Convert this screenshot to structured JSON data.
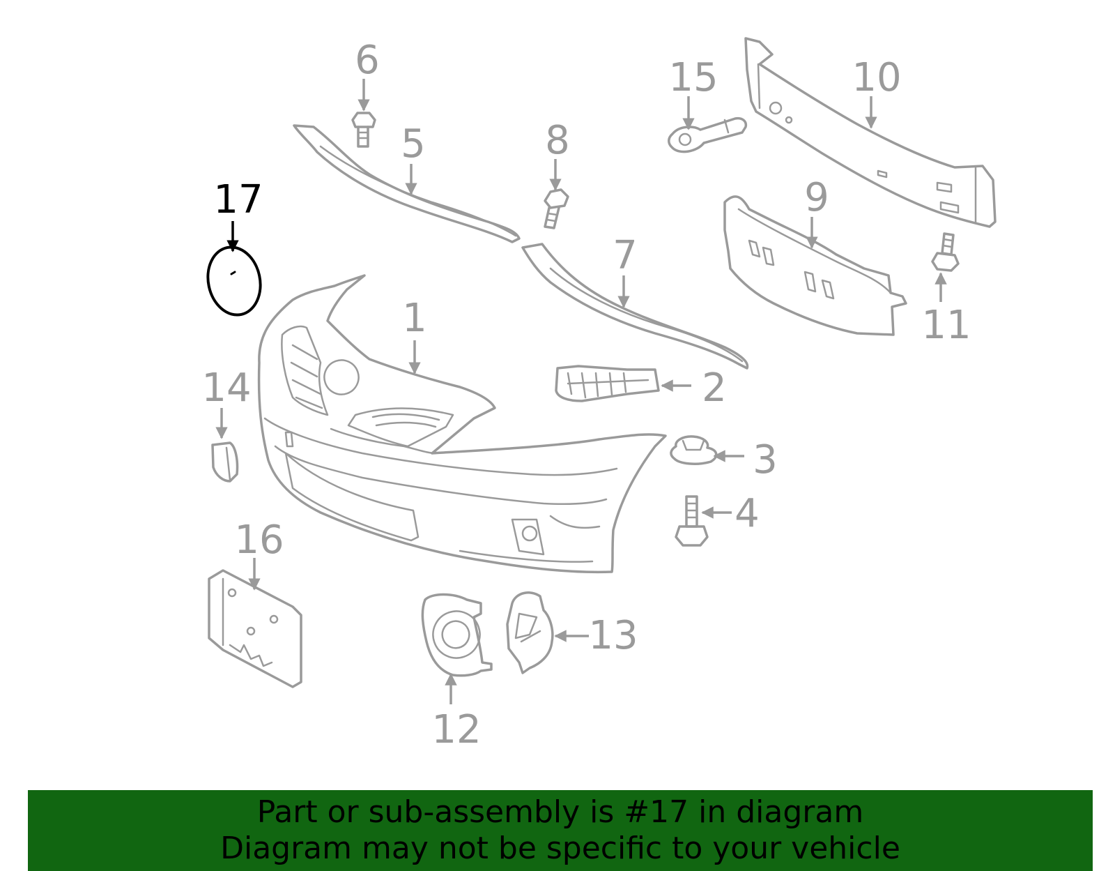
{
  "colors": {
    "part_stroke": "#9a9a9a",
    "highlight": "#000000",
    "banner_bg": "#116611",
    "banner_text": "#000000",
    "background": "#ffffff"
  },
  "callouts": [
    {
      "id": "1",
      "label": "1",
      "highlighted": false
    },
    {
      "id": "2",
      "label": "2",
      "highlighted": false
    },
    {
      "id": "3",
      "label": "3",
      "highlighted": false
    },
    {
      "id": "4",
      "label": "4",
      "highlighted": false
    },
    {
      "id": "5",
      "label": "5",
      "highlighted": false
    },
    {
      "id": "6",
      "label": "6",
      "highlighted": false
    },
    {
      "id": "7",
      "label": "7",
      "highlighted": false
    },
    {
      "id": "8",
      "label": "8",
      "highlighted": false
    },
    {
      "id": "9",
      "label": "9",
      "highlighted": false
    },
    {
      "id": "10",
      "label": "10",
      "highlighted": false
    },
    {
      "id": "11",
      "label": "11",
      "highlighted": false
    },
    {
      "id": "12",
      "label": "12",
      "highlighted": false
    },
    {
      "id": "13",
      "label": "13",
      "highlighted": false
    },
    {
      "id": "14",
      "label": "14",
      "highlighted": false
    },
    {
      "id": "15",
      "label": "15",
      "highlighted": false
    },
    {
      "id": "16",
      "label": "16",
      "highlighted": false
    },
    {
      "id": "17",
      "label": "17",
      "highlighted": true
    }
  ],
  "banner": {
    "line1": "Part or sub-assembly is #17 in diagram",
    "line2": "Diagram may not be specific to your vehicle"
  }
}
